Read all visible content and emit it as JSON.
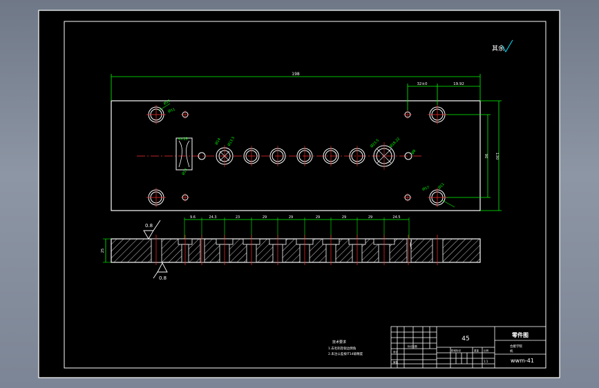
{
  "drawing": {
    "roughness_note": "其余",
    "overall_length": "198",
    "top_dim_left": "32±0",
    "top_dim_right": "19.92",
    "height_dim_inner": "90",
    "height_dim_outer": "130",
    "hole_labels": {
      "tl_a": "Ø17",
      "tl_b": "Ø11",
      "slot": "4×25",
      "slot_b": "Ø13",
      "h1_a": "Ø14",
      "h1_b": "Ø13.5",
      "big_a": "Ø23.5",
      "big_b": "Ø18.22",
      "small_r": "Ø8",
      "br_a": "Ø17",
      "br_b": "Ø11"
    },
    "bottom_dims": [
      "9.6",
      "24.3",
      "23",
      "29",
      "29",
      "29",
      "29",
      "29",
      "24.5"
    ],
    "thickness_dim": "25",
    "roughness_top": "0.8",
    "roughness_bottom": "0.8"
  },
  "notes": {
    "title": "技术要求",
    "line1": "1.去毛刺及锐边倒角",
    "line2": "2.未注公差按IT14级精度"
  },
  "title_block": {
    "material": "45",
    "name": "零件图",
    "company_line": "合肥学院",
    "company_sub": "机",
    "drawing_no": "wwm-41",
    "row_label_a": "标记处数",
    "row_label_b": "设计",
    "row_label_c": "审核",
    "stage_label": "阶段标记",
    "weight_label": "重量",
    "scale_label": "比例",
    "scale_value": "1:1"
  }
}
